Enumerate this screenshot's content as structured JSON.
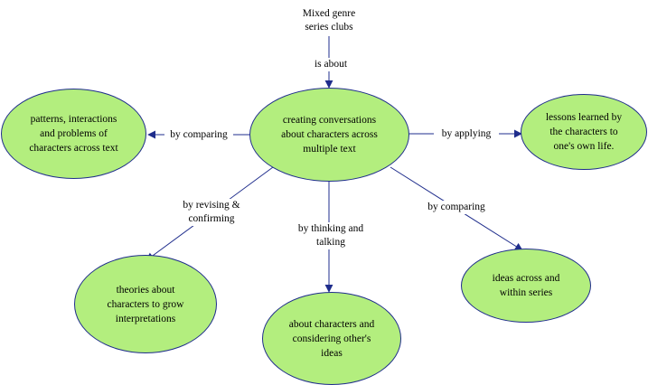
{
  "colors": {
    "node_fill": "#b3ee7e",
    "node_stroke": "#1f2d8c",
    "line": "#1f2d8c"
  },
  "diagram": {
    "root_label": "Mixed genre\nseries clubs",
    "center": "creating conversations\nabout characters across\nmultiple text",
    "nodes": {
      "left": "patterns, interactions\nand problems of\ncharacters across text",
      "right": "lessons learned by\nthe characters to\none's own life.",
      "bottom_left": "theories about\ncharacters to grow\ninterpretations",
      "bottom_center": "about characters and\nconsidering other's\nideas",
      "bottom_right": "ideas across and\nwithin series"
    },
    "links": {
      "root_to_center": "is about",
      "to_left": "by comparing",
      "to_right": "by applying",
      "to_bottom_left": "by revising &\nconfirming",
      "to_bottom_center": "by thinking and\ntalking",
      "to_bottom_right": "by comparing"
    }
  }
}
